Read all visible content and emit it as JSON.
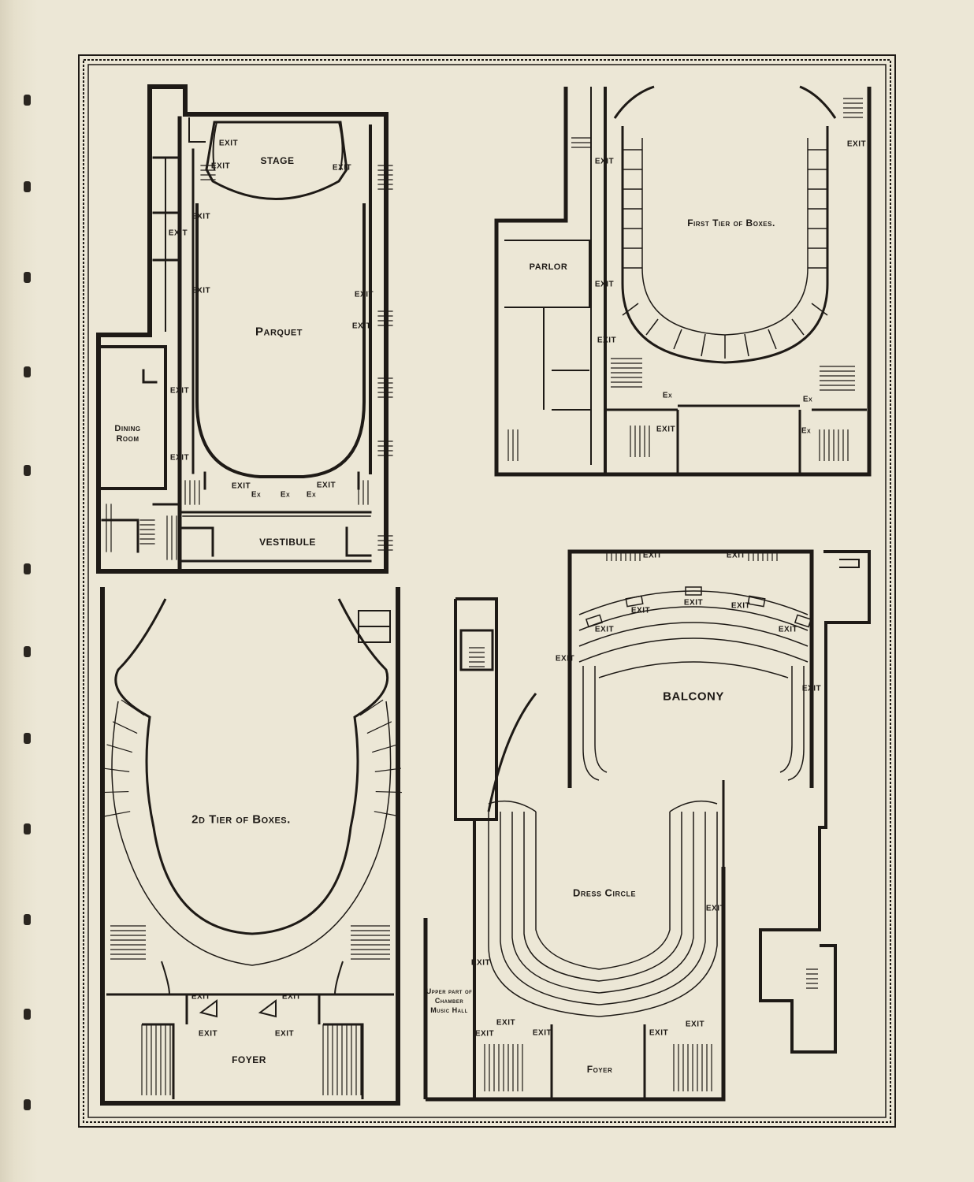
{
  "plans": {
    "parquet": {
      "stage": "STAGE",
      "parquet": "Parquet",
      "vestibule": "VESTIBULE",
      "dining_room": "Dining Room",
      "exit": "EXIT",
      "ex": "Ex"
    },
    "first_tier": {
      "title": "First Tier of Boxes.",
      "parlor": "PARLOR",
      "exit": "EXIT",
      "ex": "Ex"
    },
    "second_tier": {
      "title": "2d Tier of Boxes.",
      "foyer": "FOYER",
      "exit": "EXIT"
    },
    "balcony": {
      "balcony": "BALCONY",
      "dress_circle": "Dress Circle",
      "foyer": "Foyer",
      "chamber_note": "Upper part of Chamber Music Hall",
      "exit": "EXIT"
    }
  },
  "colors": {
    "paper": "#ece7d6",
    "ink": "#1e1a16"
  }
}
